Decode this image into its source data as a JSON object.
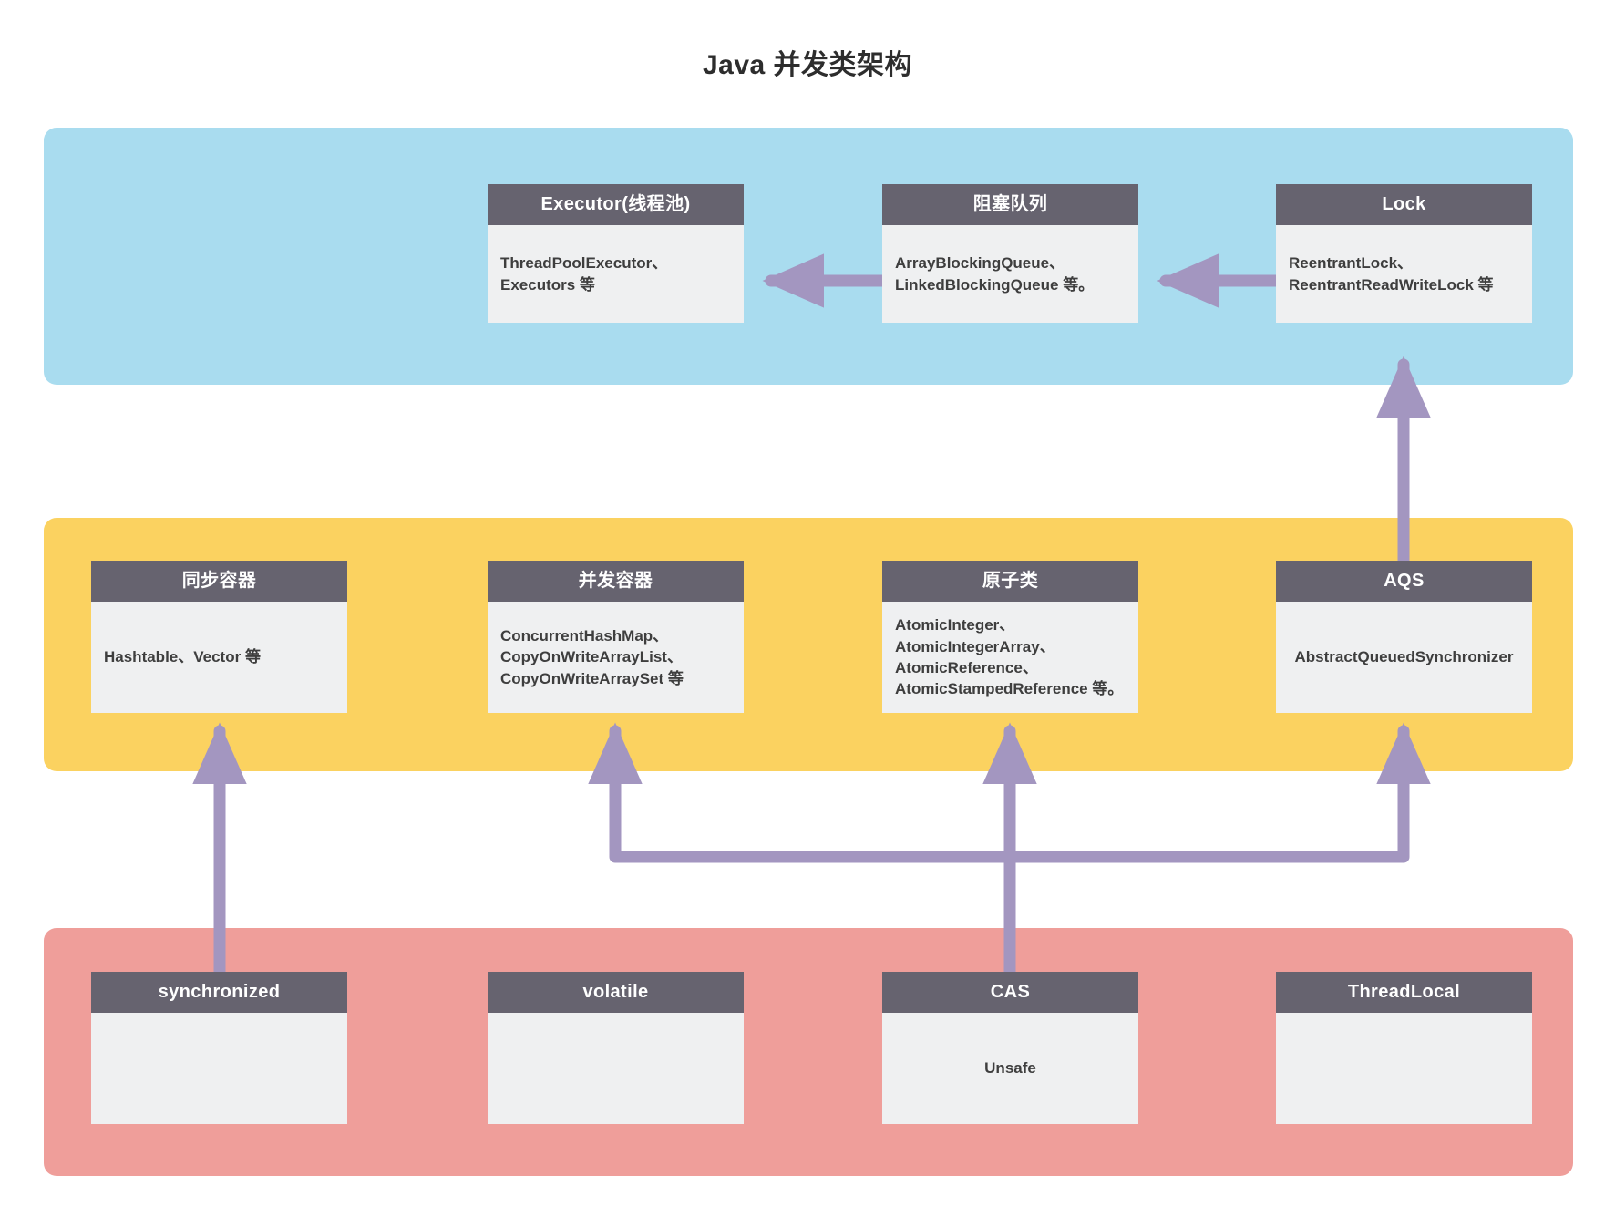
{
  "title": "Java 并发类架构",
  "colors": {
    "band_top": "#a9dcef",
    "band_middle": "#fbd260",
    "band_bottom": "#ef9e9a",
    "card_header": "#66636f",
    "card_body": "#eff0f1",
    "arrow": "#a396c0",
    "title_text": "#2d2d2d"
  },
  "bands": [
    {
      "name": "top",
      "label": ""
    },
    {
      "name": "middle",
      "label": ""
    },
    {
      "name": "bottom",
      "label": ""
    }
  ],
  "nodes": {
    "executor": {
      "header": "Executor(线程池)",
      "body": "ThreadPoolExecutor、\nExecutors 等"
    },
    "blocking_queue": {
      "header": "阻塞队列",
      "body": "ArrayBlockingQueue、\nLinkedBlockingQueue 等。"
    },
    "lock": {
      "header": "Lock",
      "body": "ReentrantLock、\nReentrantReadWriteLock 等"
    },
    "sync_container": {
      "header": "同步容器",
      "body": "Hashtable、Vector 等"
    },
    "conc_container": {
      "header": "并发容器",
      "body": "ConcurrentHashMap、\nCopyOnWriteArrayList、\nCopyOnWriteArraySet 等"
    },
    "atomic": {
      "header": "原子类",
      "body": "AtomicInteger、\nAtomicIntegerArray、\nAtomicReference、\nAtomicStampedReference 等。"
    },
    "aqs": {
      "header": "AQS",
      "body": "AbstractQueuedSynchronizer"
    },
    "synchronized": {
      "header": "synchronized",
      "body": ""
    },
    "volatile": {
      "header": "volatile",
      "body": ""
    },
    "cas": {
      "header": "CAS",
      "body": "Unsafe"
    },
    "threadlocal": {
      "header": "ThreadLocal",
      "body": ""
    }
  },
  "edges": [
    {
      "name": "queue-to-executor",
      "from": "blocking_queue",
      "to": "executor",
      "direction": "left"
    },
    {
      "name": "lock-to-queue",
      "from": "lock",
      "to": "blocking_queue",
      "direction": "left"
    },
    {
      "name": "aqs-to-lock",
      "from": "aqs",
      "to": "lock",
      "direction": "up"
    },
    {
      "name": "synchronized-to-sync",
      "from": "synchronized",
      "to": "sync_container",
      "direction": "up"
    },
    {
      "name": "cas-to-atomic",
      "from": "cas",
      "to": "atomic",
      "direction": "up"
    },
    {
      "name": "cas-to-conc-container",
      "from": "cas",
      "to": "conc_container",
      "direction": "up"
    },
    {
      "name": "cas-to-aqs",
      "from": "cas",
      "to": "aqs",
      "direction": "up"
    }
  ]
}
